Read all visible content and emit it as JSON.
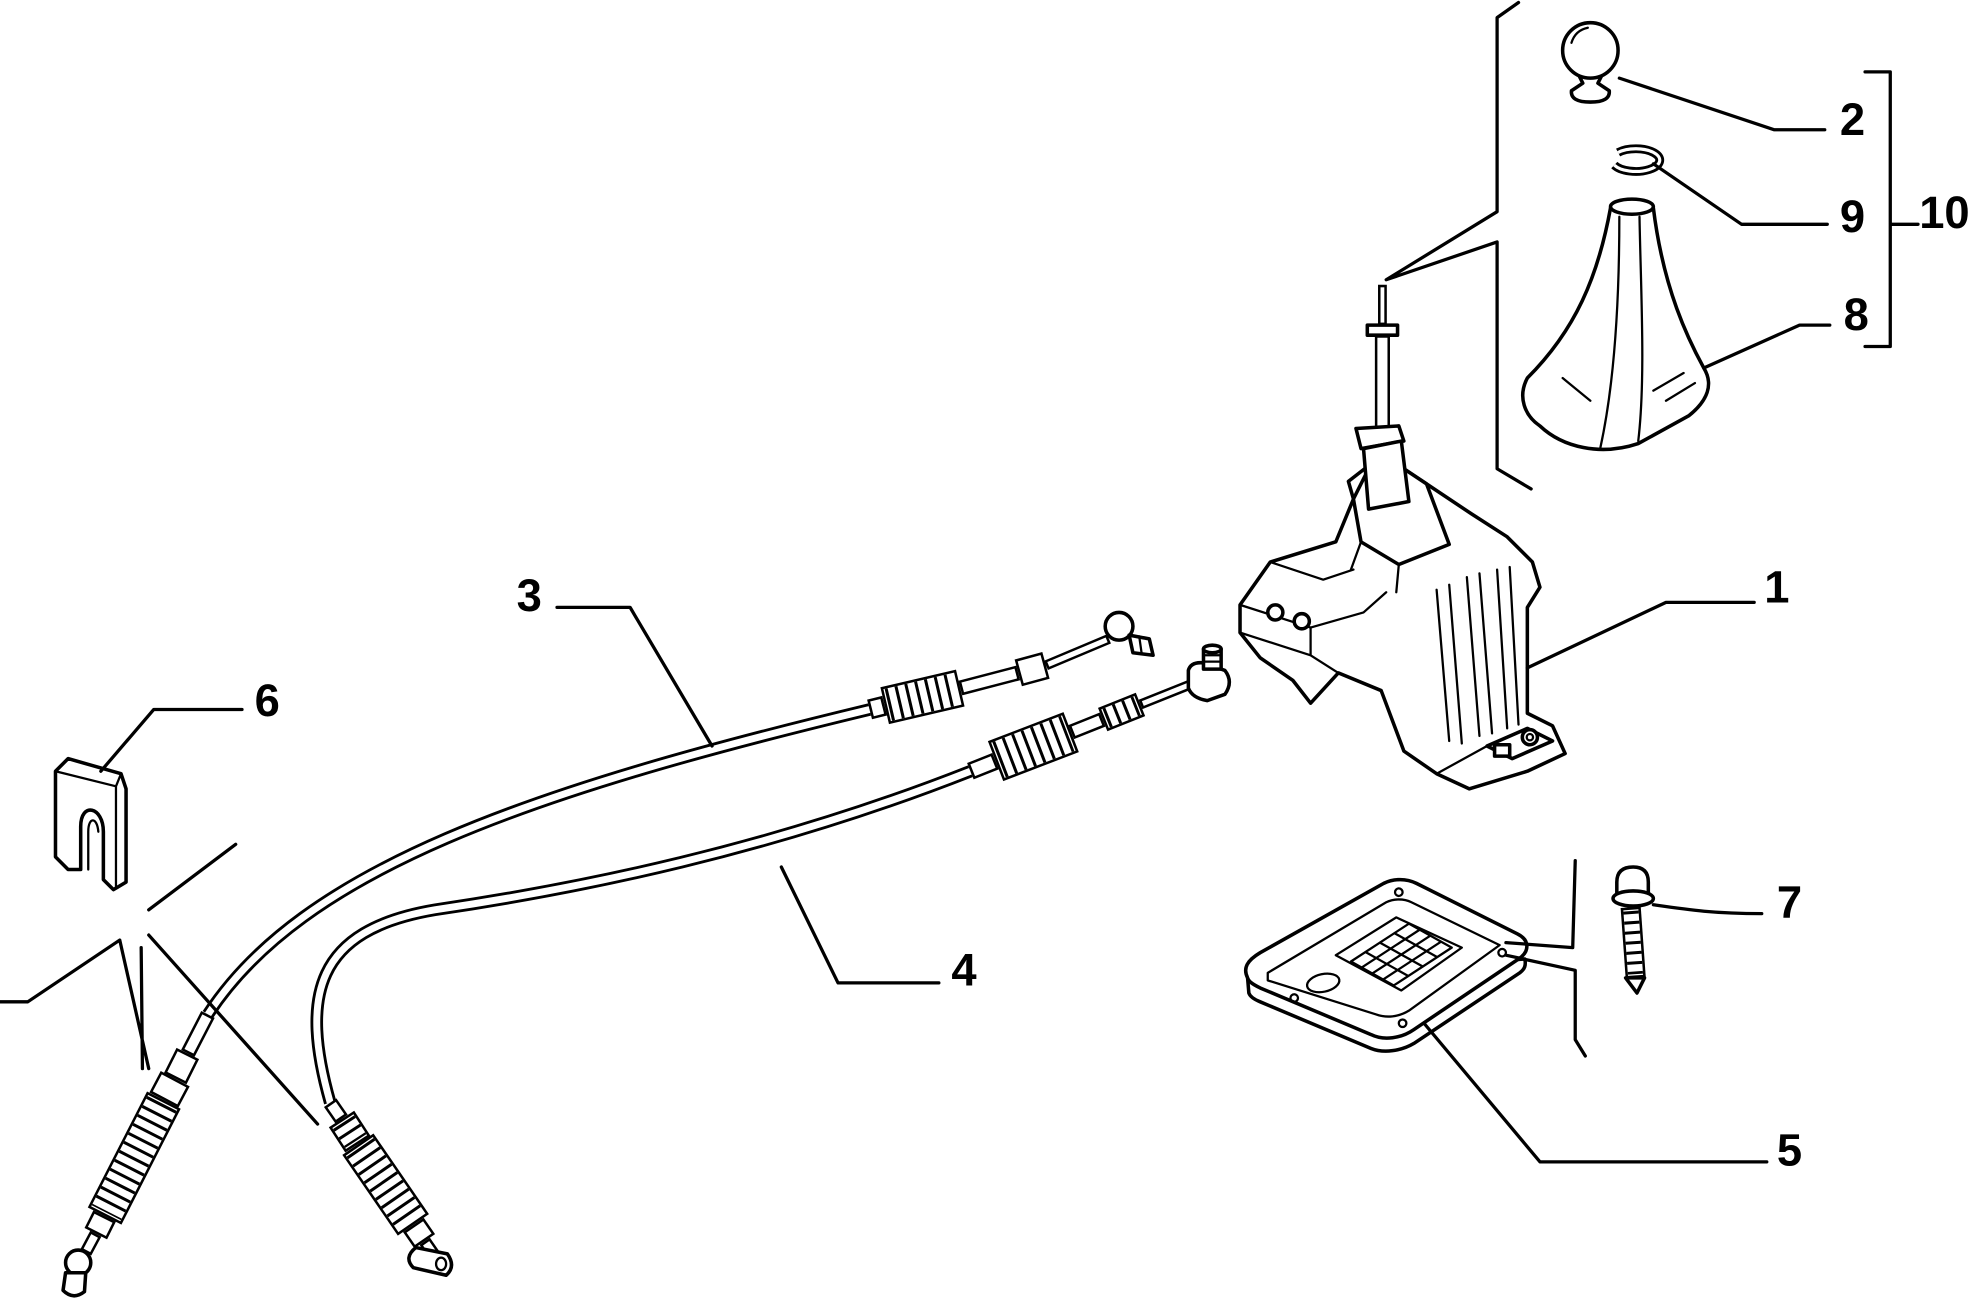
{
  "diagram": {
    "callouts": [
      "1",
      "2",
      "3",
      "4",
      "5",
      "6",
      "7",
      "8",
      "9",
      "10"
    ]
  },
  "colors": {
    "line": "#000000",
    "background": "#ffffff"
  }
}
